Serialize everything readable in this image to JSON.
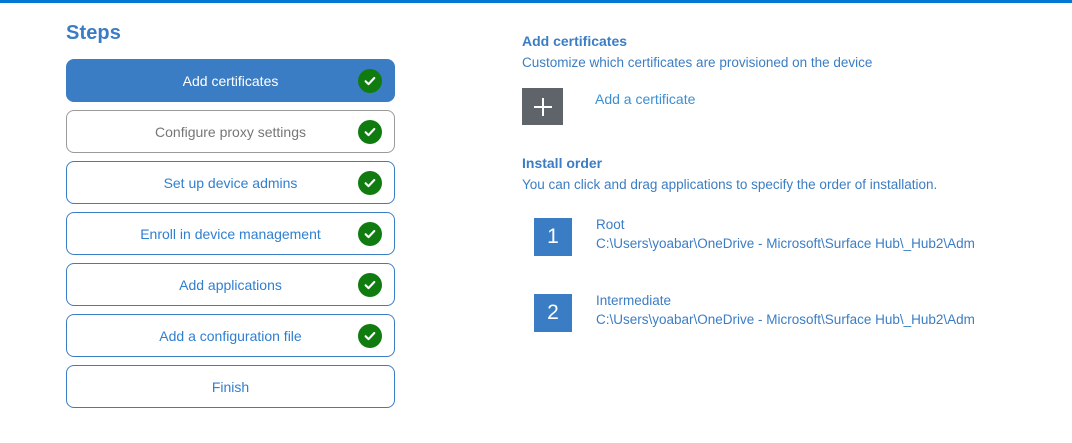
{
  "theme": {
    "accent_blue": "#0078d4",
    "link_blue": "#3b7dc4",
    "selected_blue": "#3b7dc4",
    "check_green": "#107c10",
    "tile_gray": "#5e6469",
    "hover_gray": "#767676"
  },
  "steps": {
    "title": "Steps",
    "items": [
      {
        "label": "Add certificates",
        "state": "active",
        "completed": true
      },
      {
        "label": "Configure proxy settings",
        "state": "hover",
        "completed": true
      },
      {
        "label": "Set up device admins",
        "state": "default",
        "completed": true
      },
      {
        "label": "Enroll in device management",
        "state": "default",
        "completed": true
      },
      {
        "label": "Add applications",
        "state": "default",
        "completed": true
      },
      {
        "label": "Add a configuration file",
        "state": "default",
        "completed": true
      },
      {
        "label": "Finish",
        "state": "default",
        "completed": false
      }
    ]
  },
  "detail": {
    "certificates": {
      "heading": "Add certificates",
      "subtitle": "Customize which certificates are provisioned on the device",
      "add_link": "Add a certificate",
      "add_icon": "plus-icon"
    },
    "install_order": {
      "heading": "Install order",
      "subtitle": "You can click and drag applications to specify the order of installation.",
      "items": [
        {
          "number": "1",
          "name": "Root",
          "path": "C:\\Users\\yoabar\\OneDrive - Microsoft\\Surface Hub\\_Hub2\\Adm"
        },
        {
          "number": "2",
          "name": "Intermediate",
          "path": "C:\\Users\\yoabar\\OneDrive - Microsoft\\Surface Hub\\_Hub2\\Adm"
        }
      ]
    }
  }
}
